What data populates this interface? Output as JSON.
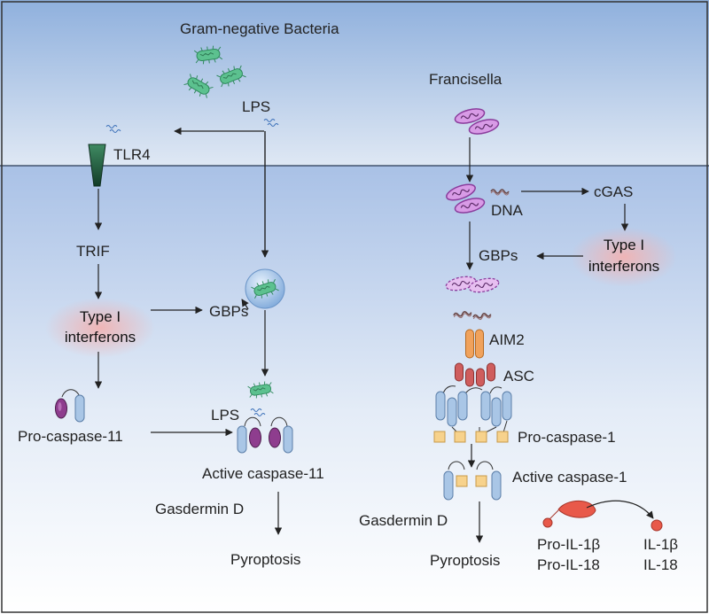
{
  "labels": {
    "gram_negative": "Gram-negative Bacteria",
    "lps_top": "LPS",
    "tlr4": "TLR4",
    "trif": "TRIF",
    "type1_left_l1": "Type I",
    "type1_left_l2": "interferons",
    "gbps_left": "GBPs",
    "pro_casp11": "Pro-caspase-11",
    "lps_mid": "LPS",
    "active_casp11": "Active caspase-11",
    "gsdmd_left": "Gasdermin D",
    "pyro_left": "Pyroptosis",
    "francisella": "Francisella",
    "dna": "DNA",
    "cgas": "cGAS",
    "gbps_right": "GBPs",
    "type1_right_l1": "Type I",
    "type1_right_l2": "interferons",
    "aim2": "AIM2",
    "asc": "ASC",
    "pro_casp1": "Pro-caspase-1",
    "active_casp1": "Active caspase-1",
    "gsdmd_right": "Gasdermin D",
    "pyro_right": "Pyroptosis",
    "pro_il1b": "Pro-IL-1β",
    "pro_il18": "Pro-IL-18",
    "il1b": "IL-1β",
    "il18": "IL-18"
  },
  "colors": {
    "extracellular_top": "#8fb0dd",
    "cytoplasm_top": "#a9c1e6",
    "bacteria_green": "#5cc18f",
    "francisella_pink": "#c47cd6",
    "caspase_purple": "#8e3d8e",
    "caspase_blue": "#a9c6e6",
    "aim2_orange": "#f0a25c",
    "asc_red": "#cf5d5d",
    "card_yellow": "#f7d28c",
    "il_red": "#e8594a",
    "tlr4_green": "#1f5c3f",
    "interferon_glow": "#f1b3b3"
  }
}
